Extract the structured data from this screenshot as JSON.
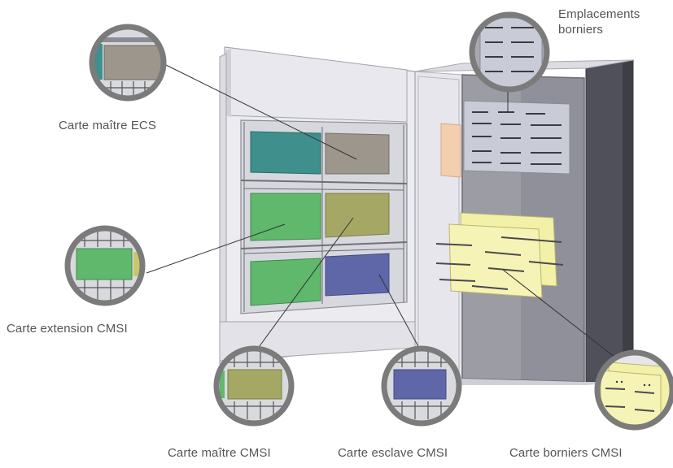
{
  "labels": {
    "carte_maitre_ecs": "Carte maître ECS",
    "carte_extension_cmsi": "Carte extension CMSI",
    "carte_maitre_cmsi": "Carte maître CMSI",
    "carte_esclave_cmsi": "Carte esclave CMSI",
    "carte_borniers_cmsi": "Carte borniers CMSI",
    "emplacements_line1": "Emplacements",
    "emplacements_line2": "borniers"
  },
  "colors": {
    "ecs_card": "#9d968c",
    "teal_card": "#3f8f8c",
    "extension_card": "#5fb86c",
    "master_cmsi_card": "#a5a865",
    "slave_cmsi_card": "#5f67a8",
    "terminal_card": "#f3f0a8",
    "terminal_plate": "#c9ccd6",
    "peach_card": "#f2cfae",
    "cabinet_frame": "#e6e6ea",
    "magnifier_ring": "#7b7b7b"
  }
}
